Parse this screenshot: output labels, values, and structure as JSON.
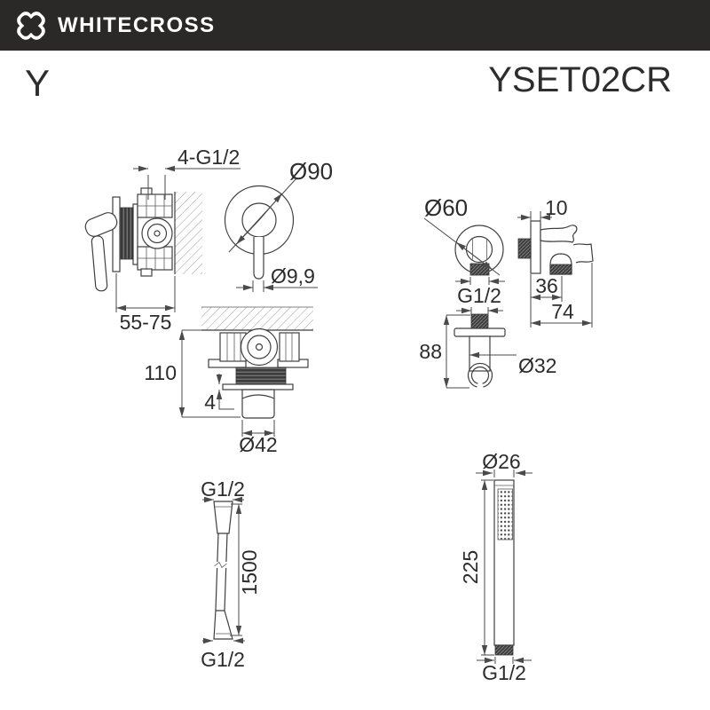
{
  "header": {
    "brand": "WHITECROSS",
    "bg_color": "#2a2928",
    "text_color": "#ffffff"
  },
  "product": {
    "series": "Y",
    "model": "YSET02CR"
  },
  "drawing": {
    "line_color": "#3f3f3f",
    "labels": {
      "mixer_side": {
        "thread": "4-G1/2",
        "depth_range": "55-75"
      },
      "mixer_front": {
        "plate_diameter": "Ø90",
        "lever_diameter": "Ø9,9"
      },
      "mixer_bottom": {
        "height": "110",
        "plate_thickness": "4",
        "spout_diameter": "Ø42"
      },
      "outlet_front": {
        "plate_diameter": "Ø60",
        "thread": "G1/2"
      },
      "outlet_side": {
        "plate_thickness": "10",
        "nipple_offset": "36",
        "total_depth": "74"
      },
      "holder": {
        "height": "88",
        "cup_diameter": "Ø32"
      },
      "hose": {
        "thread_top": "G1/2",
        "length": "1500",
        "thread_bottom": "G1/2"
      },
      "hand_shower": {
        "head_diameter": "Ø26",
        "length": "225",
        "thread": "G1/2"
      }
    }
  }
}
